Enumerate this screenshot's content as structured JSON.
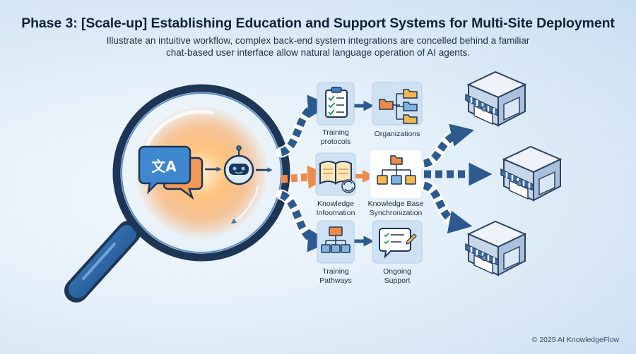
{
  "header": {
    "title": "Phase 3: [Scale-up] Establishing Education and Support Systems for Multi-Site Deployment",
    "subtitle_line1": "Illustrate an intuitive workflow, complex back-end system integrations are concelled behind a familiar",
    "subtitle_line2": "chat-based user interface allow natural language operation of AI agents."
  },
  "chat_icon": {
    "text": "文A"
  },
  "nodes": {
    "training_protocols": {
      "line1": "Training",
      "line2": "protocols",
      "icon": "clipboard-checklist-icon"
    },
    "organizations": {
      "line1": "Organizations",
      "icon": "folder-tree-icon"
    },
    "knowledge_information": {
      "line1": "Knowledge",
      "line2": "Infoomation",
      "icon": "open-book-sync-icon"
    },
    "knowledge_base_sync": {
      "line1": "Knowledge Base",
      "line2": "Synchronization",
      "icon": "hierarchy-icon"
    },
    "training_pathways": {
      "line1": "Training",
      "line2": "Pathways",
      "icon": "org-chart-icon"
    },
    "ongoing_support": {
      "line1": "Ongoing",
      "line2": "Support",
      "icon": "support-chat-icon"
    }
  },
  "sites": [
    {
      "icon": "storefront-icon"
    },
    {
      "icon": "storefront-icon"
    },
    {
      "icon": "storefront-icon"
    }
  ],
  "colors": {
    "title": "#0f2137",
    "navy_flow": "#2c5a8f",
    "orange_flow": "#f08a4b",
    "lens_ring": "#1d3656",
    "accent_blue": "#3b82c4"
  },
  "footer": {
    "copyright": "© 2025 AI KnowledgeFlow"
  }
}
